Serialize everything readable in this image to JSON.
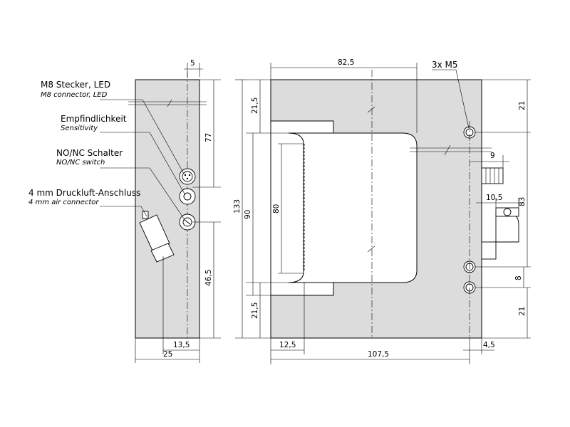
{
  "labels": {
    "m8_de": "M8 Stecker,  LED",
    "m8_en": "M8 connector,  LED",
    "sens_de": "Empfindlichkeit",
    "sens_en": "Sensitivity",
    "nonc_de": "NO/NC Schalter",
    "nonc_en": "NO/NC switch",
    "air_de": "4 mm Druckluft-Anschluss",
    "air_en": "4 mm air connector",
    "m5": "3x M5"
  },
  "dims": {
    "side_5": "5",
    "side_77": "77",
    "side_46_5": "46,5",
    "side_13_5": "13,5",
    "side_25": "25",
    "front_82_5": "82,5",
    "front_21_5_top": "21,5",
    "front_133": "133",
    "front_90": "90",
    "front_80": "80",
    "front_21_5_bottom": "21,5",
    "front_12_5": "12,5",
    "front_107_5": "107,5",
    "right_21_top": "21",
    "right_9": "9",
    "right_83": "83",
    "right_10_5": "10,5",
    "right_8": "8",
    "right_21_bottom": "21",
    "right_4_5": "4,5"
  }
}
